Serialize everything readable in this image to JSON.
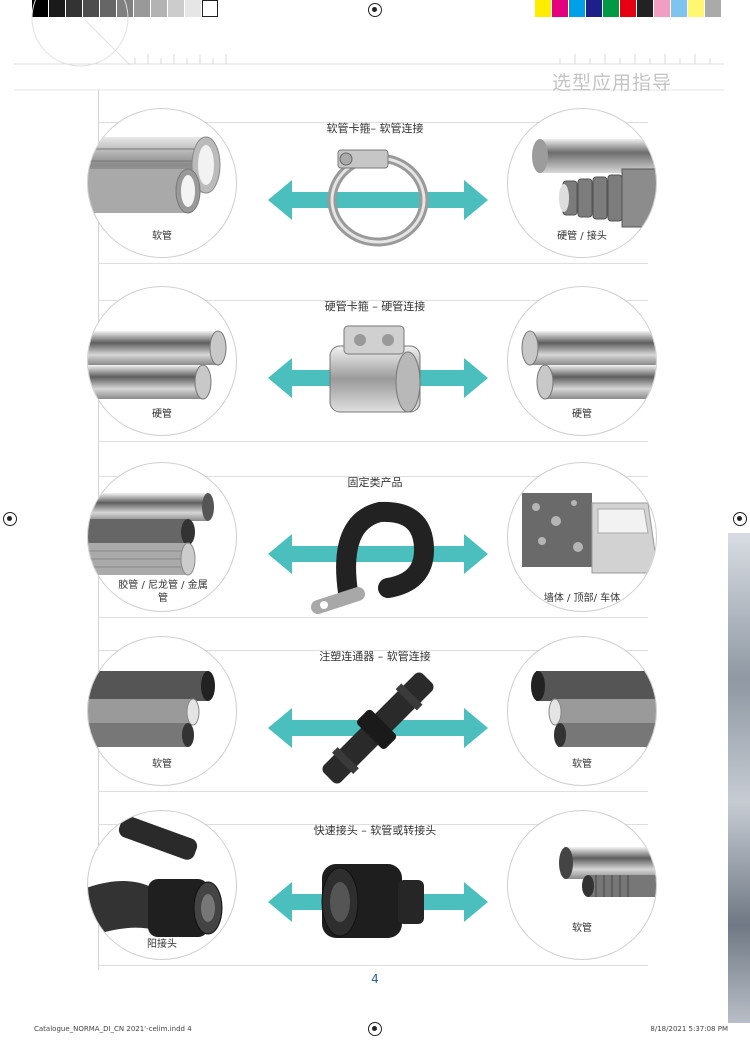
{
  "header": {
    "title": "选型应用指导"
  },
  "colors": {
    "accent_arrow": "#4bbfbd",
    "page_number": "#2a5fa0"
  },
  "rows": [
    {
      "title": "软管卡箍– 软管连接",
      "left_label": "软管",
      "right_label": "硬管 / 接头",
      "center_icon": "hose-clamp-icon"
    },
    {
      "title": "硬管卡箍 – 硬管连接",
      "left_label": "硬管",
      "right_label": "硬管",
      "center_icon": "pipe-coupling-icon"
    },
    {
      "title": "固定类产品",
      "left_label": "胶管 / 尼龙管 / 金属管",
      "right_label": "墙体 / 顶部/ 车体",
      "center_icon": "p-clip-icon"
    },
    {
      "title": "注塑连通器 – 软管连接",
      "left_label": "软管",
      "right_label": "软管",
      "center_icon": "plastic-connector-icon"
    },
    {
      "title": "快速接头 – 软管或转接头",
      "left_label": "阳接头",
      "right_label": "软管",
      "center_icon": "quick-connector-icon"
    }
  ],
  "page_number": "4",
  "footer": {
    "file": "Catalogue_NORMA_DI_CN 2021'-celim.indd   4",
    "timestamp": "8/18/2021   5:37:08 PM"
  }
}
